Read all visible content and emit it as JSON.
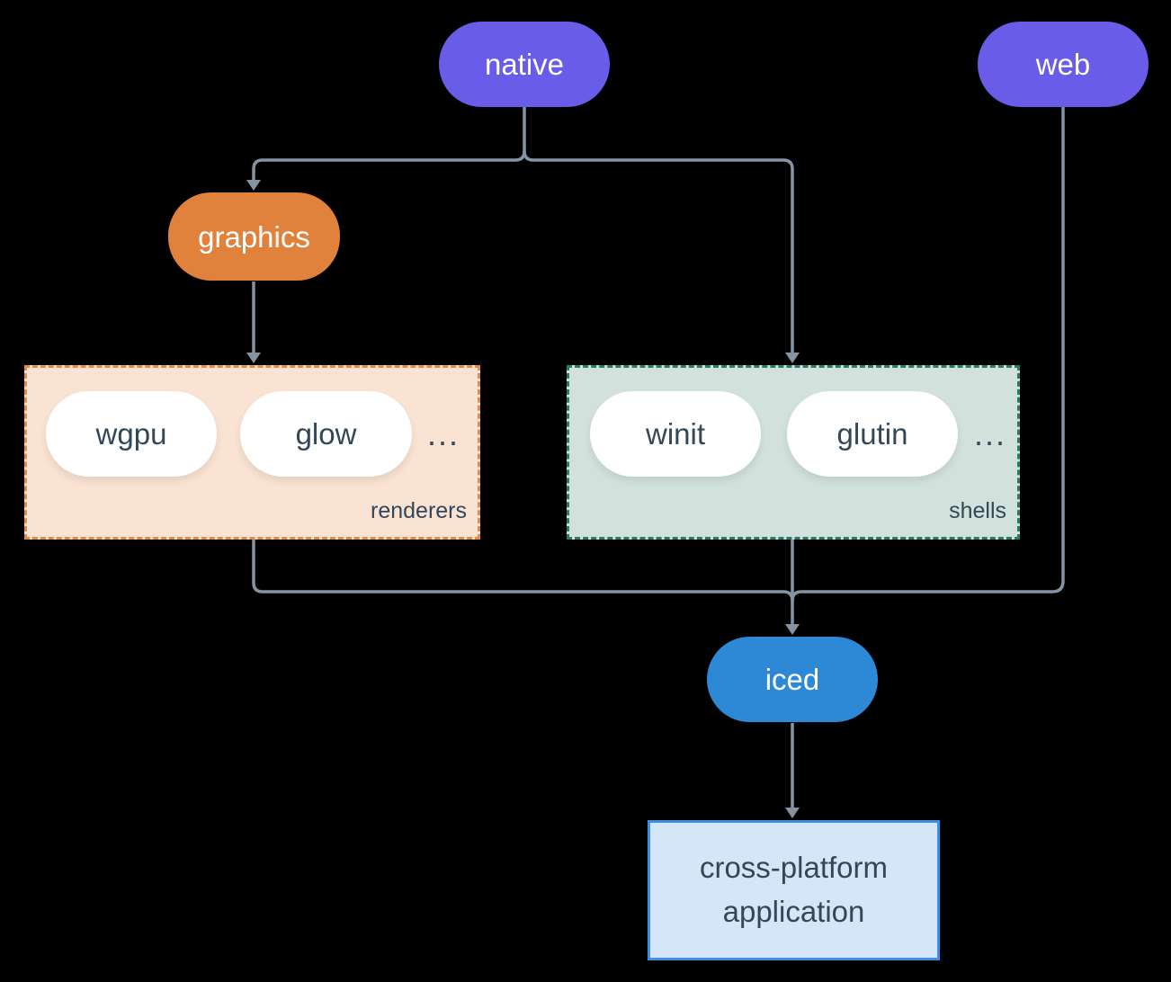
{
  "colors": {
    "canvas-bg": "#000000",
    "purple": "#685ce8",
    "orange": "#e0823c",
    "blue": "#2d89d6",
    "edge": "#8494a3",
    "dark-text": "#33475a",
    "light-text": "#ffffff",
    "renderers-bg": "#fae3d2",
    "renderers-border": "#e58b48",
    "shells-bg": "#d2e1db",
    "shells-border": "#2b7a69",
    "app-bg": "#d5e6f8",
    "app-border": "#3f8fe3"
  },
  "nodes": {
    "native": {
      "label": "native"
    },
    "web": {
      "label": "web"
    },
    "graphics": {
      "label": "graphics"
    },
    "wgpu": {
      "label": "wgpu"
    },
    "glow": {
      "label": "glow"
    },
    "winit": {
      "label": "winit"
    },
    "glutin": {
      "label": "glutin"
    },
    "iced": {
      "label": "iced"
    },
    "application": {
      "line1": "cross-platform",
      "line2": "application"
    }
  },
  "groups": {
    "renderers": {
      "label": "renderers",
      "ellipsis": "..."
    },
    "shells": {
      "label": "shells",
      "ellipsis": "..."
    }
  }
}
